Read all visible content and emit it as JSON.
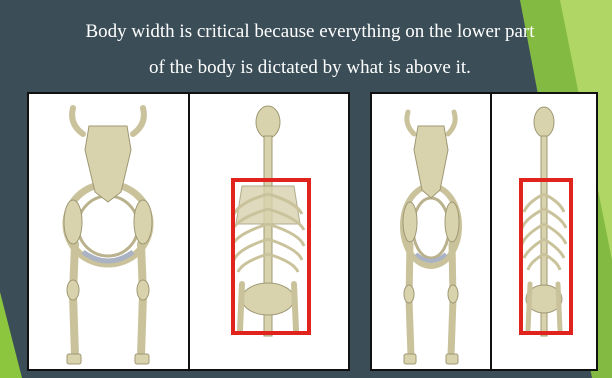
{
  "slide": {
    "title_line_1": "Body width is critical because everything on the lower part",
    "title_line_2": "of the body is dictated by what is above it.",
    "background_color": "#3b4e58",
    "accent_color": "#8cc63f",
    "highlight_color": "#e0231c"
  },
  "panels": [
    {
      "name": "wide-bodied",
      "views": [
        "front-view skeleton",
        "top-view skeleton with body-width box"
      ]
    },
    {
      "name": "narrow-bodied",
      "views": [
        "front-view skeleton",
        "top-view skeleton with body-width box"
      ]
    }
  ]
}
